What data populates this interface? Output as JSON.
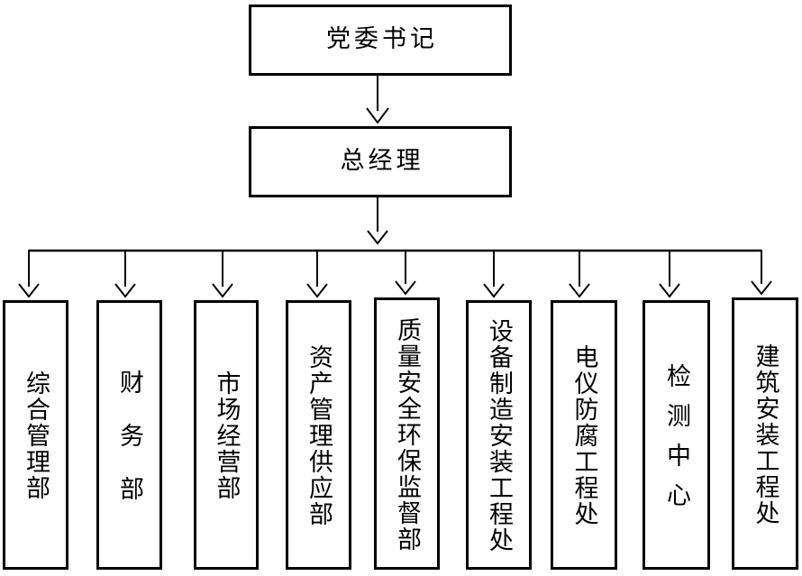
{
  "diagram": {
    "type": "org-chart",
    "top": "党委书记",
    "middle": "总经理",
    "departments": [
      "综合管理部",
      "财务部",
      "市场经营部",
      "资产管理供应部",
      "质量安全环保监督部",
      "设备制造安装工程处",
      "电仪防腐工程处",
      "检测中心",
      "建筑安装工程处"
    ]
  },
  "colors": {
    "line": "#000000",
    "background": "#ffffff",
    "text": "#000000"
  }
}
